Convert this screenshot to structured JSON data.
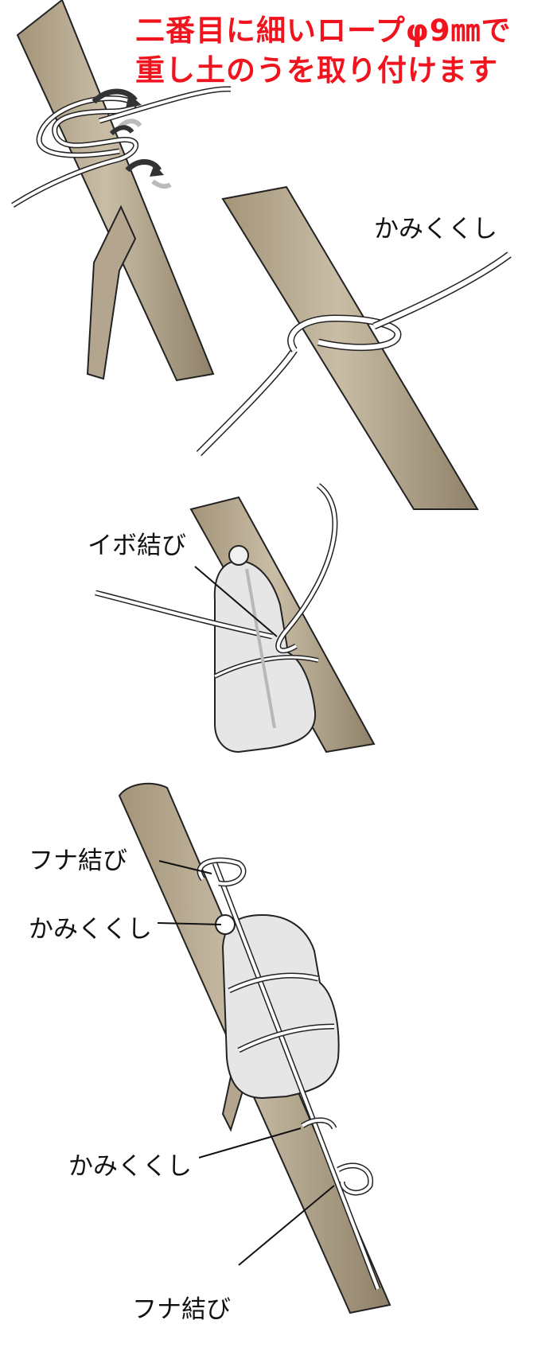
{
  "title": {
    "line1": "二番目に細いロープφ9㎜で",
    "line2": "重し土のうを取り付けます"
  },
  "labels": {
    "kamikukushi_top": "かみくくし",
    "ibo_musubi": "イボ結び",
    "funa_musubi_upper": "フナ結び",
    "kamikukushi_upper": "かみくくし",
    "kamikukushi_lower": "かみくくし",
    "funa_musubi_lower": "フナ結び"
  },
  "colors": {
    "title": "#f0141e",
    "pole": "#b3a58e",
    "pole_dark": "#8c7e68",
    "rope": "#ffffff",
    "outline": "#222222",
    "bag": "#e6e6e6",
    "arrow_dark": "#333333",
    "arrow_light": "#bbbbbb"
  }
}
